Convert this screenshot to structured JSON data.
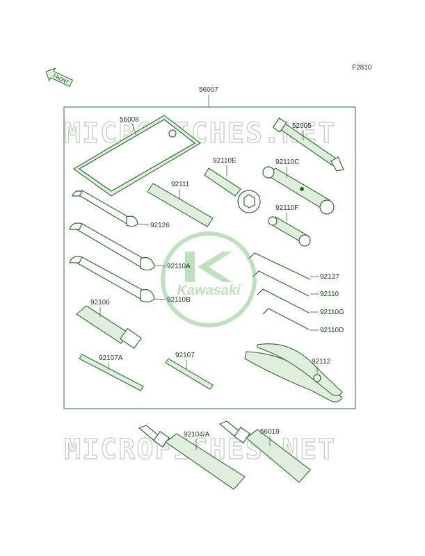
{
  "figure_code": "F2810",
  "front_label": "FRONT",
  "kit_number": "56007",
  "watermark_text": "MICROFICHES.NET",
  "logo_text": "Kawasaki",
  "colors": {
    "line": "#2e6b2e",
    "fill": "#dfeedd",
    "watermark": "#c9cfc9",
    "logo": "#bfe0bf"
  },
  "parts": {
    "bag": "56008",
    "plug_handle": "52005",
    "box_wrench_e": "92110E",
    "box_wrench_c": "92110C",
    "bar": "92111",
    "box_wrench_f": "92110F",
    "wrench_small": "92126",
    "hex_1": "92127",
    "wrench_mid": "92110A",
    "hex_2": "92110",
    "hex_3": "92110G",
    "wrench_b": "92110B",
    "hex_4": "92110D",
    "screwdriver": "92106",
    "bit_a": "92107A",
    "bit": "92107",
    "pliers": "92112",
    "tube_1": "92104/A",
    "tube_2": "56019"
  }
}
